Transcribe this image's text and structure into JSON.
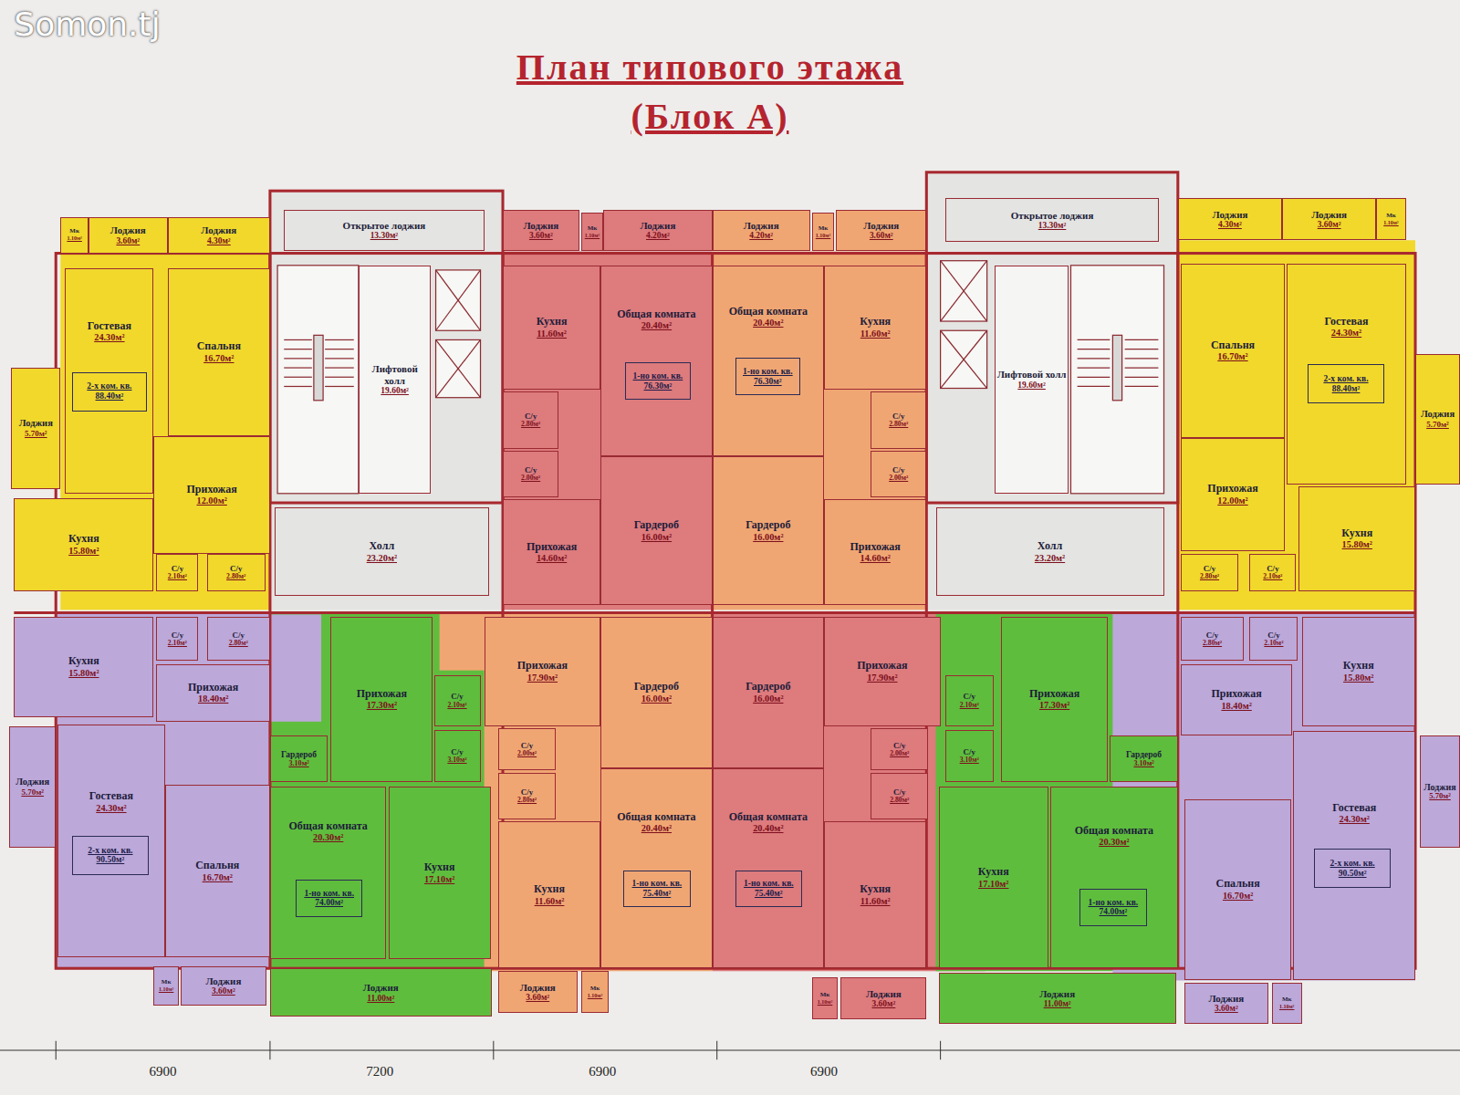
{
  "diagram": {
    "title": "План типового этажа (Блок А)",
    "nodes": [
      {
        "text": [
          "Мк",
          "1.10м²"
        ]
      },
      {
        "text": [
          "Лоджия",
          "3.60м²"
        ]
      },
      {
        "text": [
          "Лоджия",
          "4.30м²"
        ]
      },
      {
        "text": [
          "Гостевая",
          "24.30м²"
        ]
      },
      {
        "text": [
          "2-х ком. кв. 88.40м²"
        ],
        "in": 3
      },
      {
        "text": [
          "Спальня",
          "16.70м²"
        ]
      },
      {
        "text": [
          "Лоджия",
          "5.70м²"
        ]
      },
      {
        "text": [
          "Прихожая",
          "12.00м²"
        ]
      },
      {
        "text": [
          "Кухня",
          "15.80м²"
        ]
      },
      {
        "text": [
          "С/у",
          "2.10м²"
        ]
      },
      {
        "text": [
          "С/у",
          "2.80м²"
        ]
      },
      {
        "text": [
          "Открытое лоджия",
          "13.30м²"
        ]
      },
      {
        "text": [
          "Лифтовой холл",
          "19.60м²"
        ]
      },
      {
        "text": [
          "Холл",
          "23.20м²"
        ]
      },
      {
        "text": [
          "Лоджия",
          "3.60м²"
        ]
      },
      {
        "text": [
          "Мк",
          "1.10м²"
        ]
      },
      {
        "text": [
          "Лоджия",
          "4.20м²"
        ]
      },
      {
        "text": [
          "Кухня",
          "11.60м²"
        ]
      },
      {
        "text": [
          "Общая комната",
          "20.40м²"
        ]
      },
      {
        "text": [
          "1-но ком. кв. 76.30м²"
        ],
        "in": 18
      },
      {
        "text": [
          "С/у",
          "2.80м²"
        ]
      },
      {
        "text": [
          "С/у",
          "2.00м²"
        ]
      },
      {
        "text": [
          "Прихожая",
          "14.60м²"
        ]
      },
      {
        "text": [
          "Гардероб",
          "16.00м²"
        ]
      },
      {
        "text": [
          "Лоджия",
          "4.20м²"
        ]
      },
      {
        "text": [
          "Мк",
          "1.10м²"
        ]
      },
      {
        "text": [
          "Лоджия",
          "3.60м²"
        ]
      },
      {
        "text": [
          "Общая комната",
          "20.40м²"
        ]
      },
      {
        "text": [
          "1-но ком. кв. 76.30м²"
        ],
        "in": 27
      },
      {
        "text": [
          "Кухня",
          "11.60м²"
        ]
      },
      {
        "text": [
          "С/у",
          "2.80м²"
        ]
      },
      {
        "text": [
          "С/у",
          "2.00м²"
        ]
      },
      {
        "text": [
          "Гардероб",
          "16.00м²"
        ]
      },
      {
        "text": [
          "Прихожая",
          "14.60м²"
        ]
      },
      {
        "text": [
          "Открытое лоджия",
          "13.30м²"
        ]
      },
      {
        "text": [
          "Лифтовой холл",
          "19.60м²"
        ]
      },
      {
        "text": [
          "Холл",
          "23.20м²"
        ]
      },
      {
        "text": [
          "Лоджия",
          "4.30м²"
        ]
      },
      {
        "text": [
          "Лоджия",
          "3.60м²"
        ]
      },
      {
        "text": [
          "Мк",
          "1.10м²"
        ]
      },
      {
        "text": [
          "Спальня",
          "16.70м²"
        ]
      },
      {
        "text": [
          "Гостевая",
          "24.30м²"
        ]
      },
      {
        "text": [
          "2-х ком. кв. 88.40м²"
        ],
        "in": 41
      },
      {
        "text": [
          "Лоджия",
          "5.70м²"
        ]
      },
      {
        "text": [
          "Прихожая",
          "12.00м²"
        ]
      },
      {
        "text": [
          "Кухня",
          "15.80м²"
        ]
      },
      {
        "text": [
          "С/у",
          "2.80м²"
        ]
      },
      {
        "text": [
          "С/у",
          "2.10м²"
        ]
      },
      {
        "text": [
          "Кухня",
          "15.80м²"
        ]
      },
      {
        "text": [
          "С/у",
          "2.10м²"
        ]
      },
      {
        "text": [
          "С/у",
          "2.80м²"
        ]
      },
      {
        "text": [
          "Прихожая",
          "18.40м²"
        ]
      },
      {
        "text": [
          "Лоджия",
          "5.70м²"
        ]
      },
      {
        "text": [
          "Гостевая",
          "24.30м²"
        ]
      },
      {
        "text": [
          "2-х ком. кв. 90.50м²"
        ],
        "in": 53
      },
      {
        "text": [
          "Спальня",
          "16.70м²"
        ]
      },
      {
        "text": [
          "Мк",
          "1.10м²"
        ]
      },
      {
        "text": [
          "Лоджия",
          "3.60м²"
        ]
      },
      {
        "text": [
          "Прихожая",
          "17.30м²"
        ]
      },
      {
        "text": [
          "С/у",
          "2.10м²"
        ]
      },
      {
        "text": [
          "С/у",
          "3.10м²"
        ]
      },
      {
        "text": [
          "Гардероб",
          "3.10м²"
        ]
      },
      {
        "text": [
          "Общая комната",
          "20.30м²"
        ]
      },
      {
        "text": [
          "1-но ком. кв. 74.00м²"
        ],
        "in": 62
      },
      {
        "text": [
          "Кухня",
          "17.10м²"
        ]
      },
      {
        "text": [
          "Лоджия",
          "11.00м²"
        ]
      },
      {
        "text": [
          "Прихожая",
          "17.90м²"
        ]
      },
      {
        "text": [
          "Гардероб",
          "16.00м²"
        ]
      },
      {
        "text": [
          "С/у",
          "2.00м²"
        ]
      },
      {
        "text": [
          "С/у",
          "2.80м²"
        ]
      },
      {
        "text": [
          "Общая комната",
          "20.40м²"
        ]
      },
      {
        "text": [
          "1-но ком. кв. 75.40м²"
        ],
        "in": 70
      },
      {
        "text": [
          "Кухня",
          "11.60м²"
        ]
      },
      {
        "text": [
          "Лоджия",
          "3.60м²"
        ]
      },
      {
        "text": [
          "Мк",
          "1.10м²"
        ]
      },
      {
        "text": [
          "Гардероб",
          "16.00м²"
        ]
      },
      {
        "text": [
          "Прихожая",
          "17.90м²"
        ]
      },
      {
        "text": [
          "С/у",
          "2.00м²"
        ]
      },
      {
        "text": [
          "С/у",
          "2.80м²"
        ]
      },
      {
        "text": [
          "Общая комната",
          "20.40м²"
        ]
      },
      {
        "text": [
          "1-но ком. кв. 75.40м²"
        ],
        "in": 79
      },
      {
        "text": [
          "Кухня",
          "11.60м²"
        ]
      },
      {
        "text": [
          "Мк",
          "1.10м²"
        ]
      },
      {
        "text": [
          "Лоджия",
          "3.60м²"
        ]
      },
      {
        "text": [
          "Прихожая",
          "17.30м²"
        ]
      },
      {
        "text": [
          "С/у",
          "2.10м²"
        ]
      },
      {
        "text": [
          "С/у",
          "3.10м²"
        ]
      },
      {
        "text": [
          "Гардероб",
          "3.10м²"
        ]
      },
      {
        "text": [
          "Кухня",
          "17.10м²"
        ]
      },
      {
        "text": [
          "Общая комната",
          "20.30м²"
        ]
      },
      {
        "text": [
          "1-но ком. кв. 74.00м²"
        ],
        "in": 89
      },
      {
        "text": [
          "Лоджия",
          "11.00м²"
        ]
      },
      {
        "text": [
          "С/у",
          "2.80м²"
        ]
      },
      {
        "text": [
          "С/у",
          "2.10м²"
        ]
      },
      {
        "text": [
          "Кухня",
          "15.80м²"
        ]
      },
      {
        "text": [
          "Прихожая",
          "18.40м²"
        ]
      },
      {
        "text": [
          "Спальня",
          "16.70м²"
        ]
      },
      {
        "text": [
          "Гостевая",
          "24.30м²"
        ]
      },
      {
        "text": [
          "2-х ком. кв. 90.50м²"
        ],
        "in": 97
      },
      {
        "text": [
          "Лоджия",
          "5.70м²"
        ]
      },
      {
        "text": [
          "Лоджия",
          "3.60м²"
        ]
      },
      {
        "text": [
          "Мк",
          "1.10м²"
        ]
      }
    ],
    "labels": [
      "Somon.tj",
      "6900",
      "7200",
      "6900",
      "6900"
    ]
  }
}
